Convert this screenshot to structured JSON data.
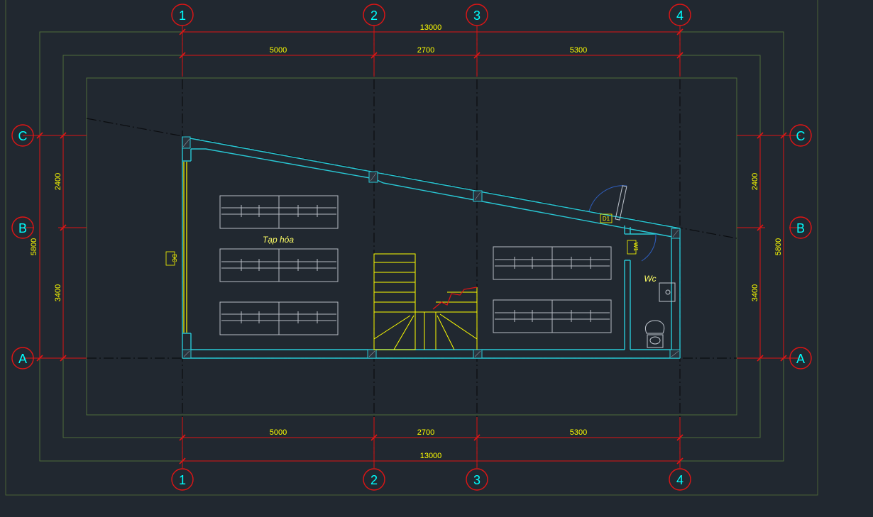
{
  "drawing": {
    "axes_x": [
      "1",
      "2",
      "3",
      "4"
    ],
    "axes_y": [
      "C",
      "B",
      "A"
    ],
    "dim_total_horizontal": "13000",
    "dim_segments_horizontal": [
      "5000",
      "2700",
      "5300"
    ],
    "dim_total_vertical": "5800",
    "dim_segments_vertical": [
      "2400",
      "3400"
    ],
    "room_shop": "Tạp hóa",
    "room_wc": "Wc",
    "tag_door_main": "DC",
    "tag_door_wc": "D1",
    "tag_window_wc": "W1"
  },
  "colors": {
    "background": "#212830",
    "axis_red": "#e01515",
    "wall_cyan": "#29c9d6",
    "text_yellow": "#ffff00",
    "frame_green": "#4f6b3a",
    "furniture_gray": "#b7bcc4"
  }
}
